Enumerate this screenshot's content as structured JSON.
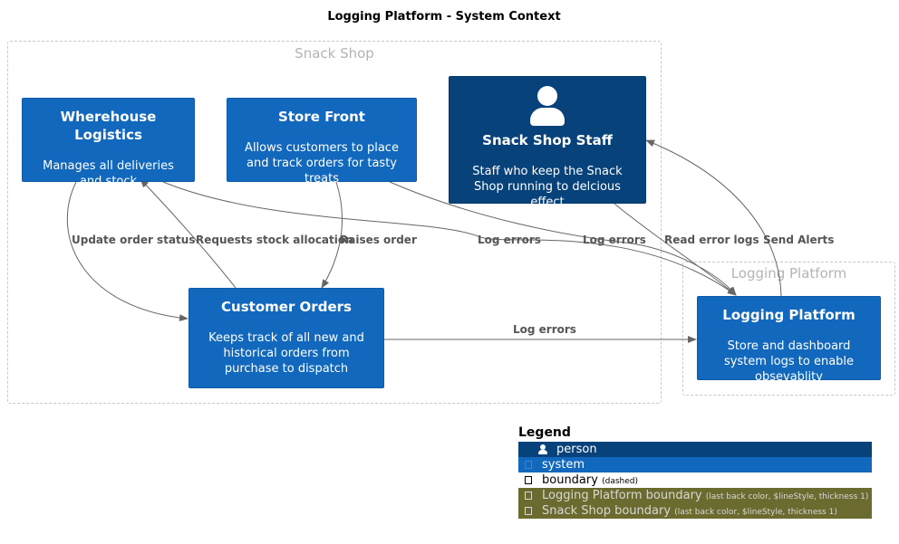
{
  "title": "Logging Platform - System Context",
  "boundaries": {
    "snack_shop": "Snack Shop",
    "logging_platform": "Logging Platform"
  },
  "nodes": {
    "warehouse": {
      "name": "Wherehouse Logistics",
      "desc": "Manages all deliveries and stock"
    },
    "store_front": {
      "name": "Store Front",
      "desc": "Allows customers to place and track orders for tasty treats"
    },
    "staff": {
      "name": "Snack Shop Staff",
      "desc": "Staff who keep the Snack Shop running to delcious effect"
    },
    "customer_orders": {
      "name": "Customer Orders",
      "desc": "Keeps track of all new and historical orders from purchase to dispatch"
    },
    "logging": {
      "name": "Logging Platform",
      "desc": "Store and dashboard system logs to enable obsevablity"
    }
  },
  "edges": {
    "update_order_status": "Update order status",
    "requests_stock_allocation": "Requests stock allocation",
    "raises_order": "Raises order",
    "log_errors_warehouse": "Log errors",
    "log_errors_store": "Log errors",
    "read_error_logs": "Read error logs",
    "send_alerts": "Send Alerts",
    "log_errors_orders": "Log errors"
  },
  "legend": {
    "title": "Legend",
    "person": "person",
    "system": "system",
    "boundary": "boundary",
    "boundary_note": "(dashed)",
    "logging_boundary": "Logging Platform boundary",
    "logging_boundary_note": "(last back color, $lineStyle, thickness 1)",
    "snack_boundary": "Snack Shop boundary",
    "snack_boundary_note": "(last back color, $lineStyle, thickness 1)"
  },
  "colors": {
    "system": "#1168bd",
    "person": "#08427b",
    "boundary_legend": "#6b6b30",
    "boundary_line": "#c8c8c8",
    "arrow": "#666666"
  }
}
